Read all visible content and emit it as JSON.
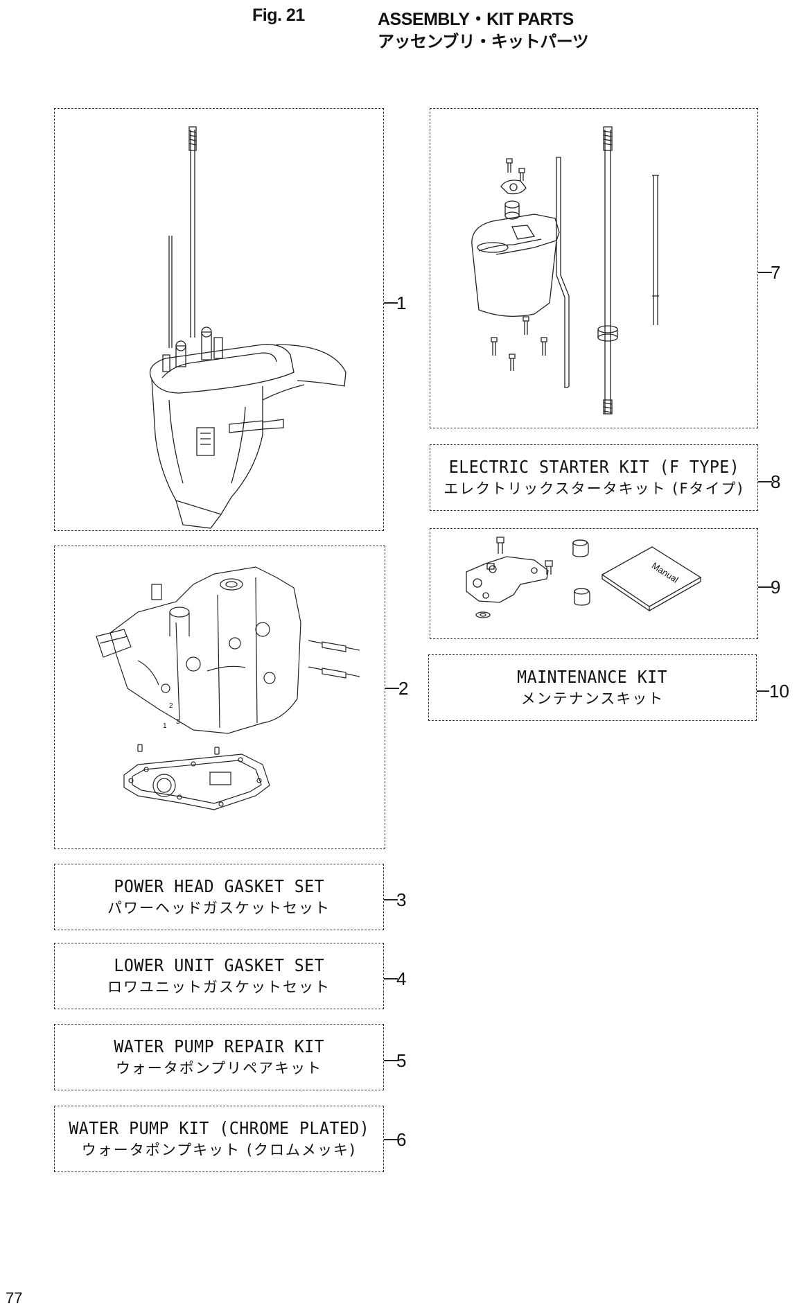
{
  "header": {
    "fig_label": "Fig. 21",
    "title_en": "ASSEMBLY・KIT PARTS",
    "title_jp": "アッセンブリ・キットパーツ"
  },
  "items": [
    {
      "no": "1",
      "kind": "drawing",
      "subject": "lower unit assembly"
    },
    {
      "no": "2",
      "kind": "drawing",
      "subject": "power head assembly"
    },
    {
      "no": "3",
      "kind": "kit",
      "name_en": "POWER HEAD GASKET SET",
      "name_jp": "パワーヘッドガスケットセット"
    },
    {
      "no": "4",
      "kind": "kit",
      "name_en": "LOWER UNIT GASKET SET",
      "name_jp": "ロワユニットガスケットセット"
    },
    {
      "no": "5",
      "kind": "kit",
      "name_en": "WATER PUMP REPAIR KIT",
      "name_jp": "ウォータポンプリペアキット"
    },
    {
      "no": "6",
      "kind": "kit",
      "name_en": "WATER PUMP KIT (CHROME PLATED)",
      "name_jp": "ウォータポンプキット (クロムメッキ)"
    },
    {
      "no": "7",
      "kind": "drawing",
      "subject": "upper casing and shafts"
    },
    {
      "no": "8",
      "kind": "kit",
      "name_en": "ELECTRIC STARTER KIT (F TYPE)",
      "name_jp": "エレクトリックスタータキット (Fタイプ)"
    },
    {
      "no": "9",
      "kind": "drawing",
      "subject": "bracket, bolts, caps and manual",
      "manual_label": "Manual"
    },
    {
      "no": "10",
      "kind": "kit",
      "name_en": "MAINTENANCE KIT",
      "name_jp": "メンテナンスキット"
    }
  ],
  "power_head_marks": [
    "2",
    "3",
    "1"
  ],
  "page_number": "77",
  "line_color": "#222222"
}
